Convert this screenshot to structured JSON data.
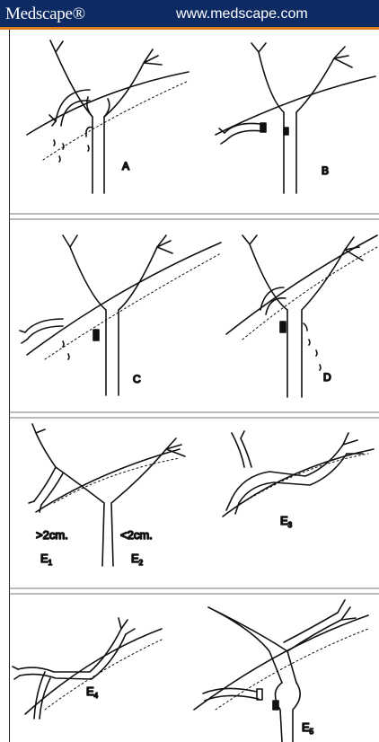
{
  "header": {
    "logo": "Medscape®",
    "url": "www.medscape.com"
  },
  "colors": {
    "header_bg": "#0e2a63",
    "header_accent": "#e07a1f",
    "ink": "#111111"
  },
  "panels": [
    {
      "labels": [
        "A",
        "B"
      ]
    },
    {
      "labels": [
        "C",
        "D"
      ]
    },
    {
      "labels": [
        "E1",
        "E2",
        "E3"
      ],
      "annotations": [
        ">2cm.",
        "<2cm."
      ]
    },
    {
      "labels": [
        "E4",
        "E5"
      ]
    }
  ],
  "labels": {
    "A": "A",
    "B": "B",
    "C": "C",
    "D": "D",
    "E1_main": "E",
    "E1_sub": "1",
    "E2_main": "E",
    "E2_sub": "2",
    "E3_main": "E",
    "E3_sub": "3",
    "E4_main": "E",
    "E4_sub": "4",
    "E5_main": "E",
    "E5_sub": "5",
    "gt2cm": ">2cm.",
    "lt2cm": "<2cm."
  }
}
